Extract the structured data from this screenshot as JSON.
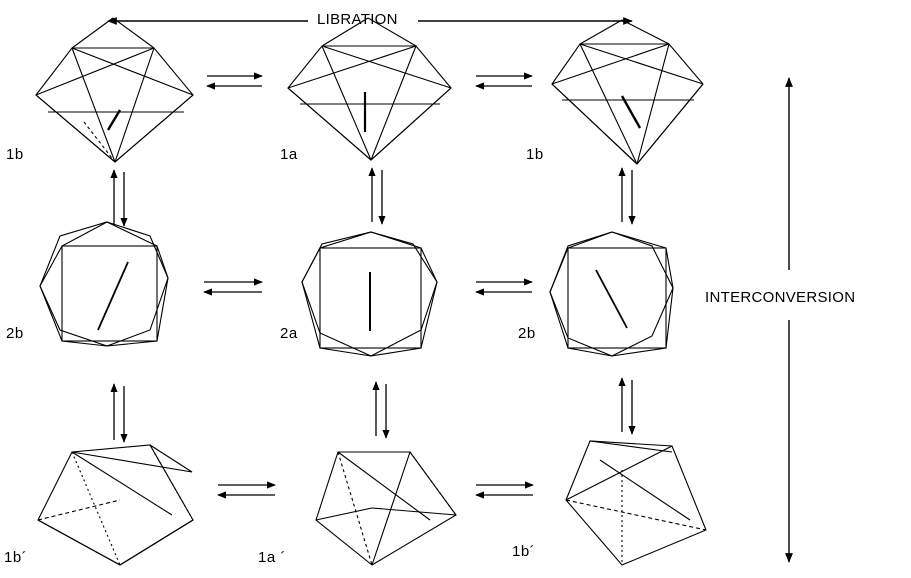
{
  "axes": {
    "libration_label": "LIBRATION",
    "interconversion_label": "INTERCONVERSION"
  },
  "structures": {
    "row1": [
      "1b",
      "1a",
      "1b"
    ],
    "row2": [
      "2b",
      "2a",
      "2b"
    ],
    "row3": [
      "1b´",
      "1a ´",
      "1b´"
    ]
  }
}
